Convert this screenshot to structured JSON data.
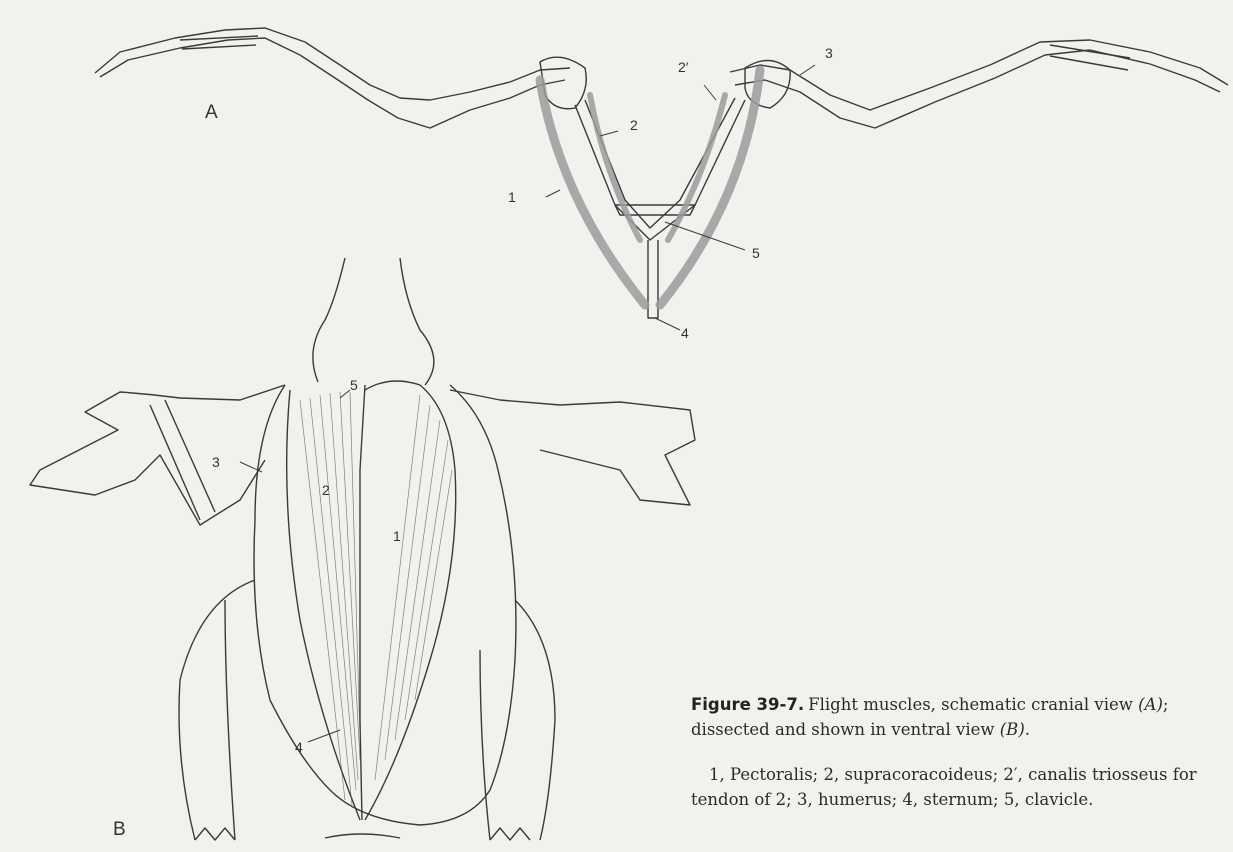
{
  "figure": {
    "panel_a_label": "A",
    "panel_b_label": "B",
    "numbers": {
      "one": "1",
      "two": "2",
      "two_prime": "2′",
      "three": "3",
      "four": "4",
      "five": "5"
    }
  },
  "caption": {
    "figure_number": "Figure 39-7.",
    "description_parts": [
      "Flight muscles, schematic cranial view ",
      "(A)",
      "; dissected and shown in ventral view ",
      "(B)",
      "."
    ],
    "legend": "1, Pectoralis; 2, supracoracoideus; 2′, canalis triosseus for tendon of 2; 3, humerus; 4, sternum; 5, clavicle."
  },
  "colors": {
    "background": "#f3f1ee",
    "line_art": "#3a3a3a",
    "muscle_gray": "#9c9c9c"
  }
}
